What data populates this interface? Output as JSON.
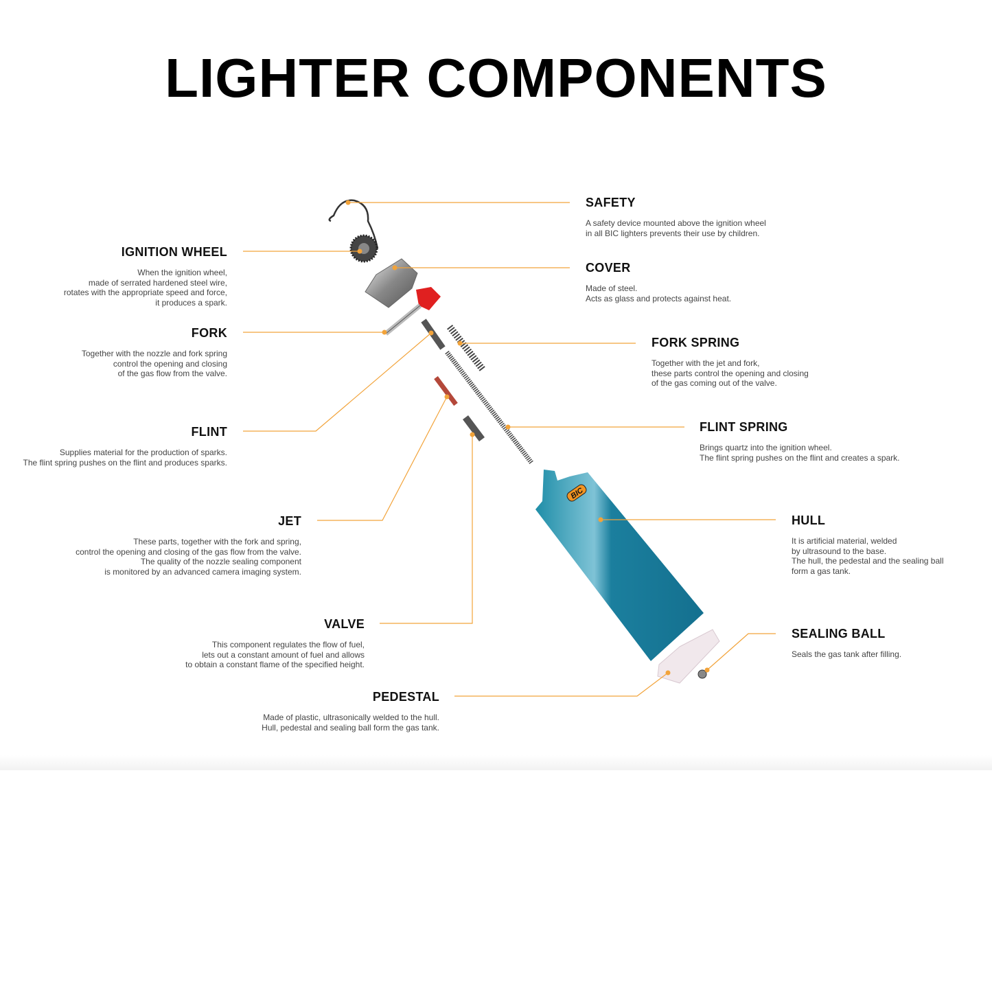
{
  "title": "LIGHTER COMPONENTS",
  "accent_color": "#f2a33a",
  "components": {
    "safety": {
      "name": "SAFETY",
      "desc": "A safety device mounted above the ignition wheel\nin all BIC lighters prevents their use by children."
    },
    "ignition_wheel": {
      "name": "IGNITION WHEEL",
      "desc": "When the ignition wheel,\nmade of serrated hardened steel wire,\nrotates with the appropriate speed and force,\nit produces a spark."
    },
    "cover": {
      "name": "COVER",
      "desc": "Made of steel.\nActs as glass and protects against heat."
    },
    "fork": {
      "name": "FORK",
      "desc": "Together with the nozzle and fork spring\ncontrol the opening and closing\nof the gas flow from the valve."
    },
    "fork_spring": {
      "name": "FORK SPRING",
      "desc": "Together with the jet and fork,\nthese parts control the opening and closing\nof the gas coming out of the valve."
    },
    "flint": {
      "name": "FLINT",
      "desc": "Supplies material for the production of sparks.\nThe flint spring pushes on the flint and produces sparks."
    },
    "flint_spring": {
      "name": "FLINT SPRING",
      "desc": "Brings quartz into the ignition wheel.\nThe flint spring pushes on the flint and creates a spark."
    },
    "jet": {
      "name": "JET",
      "desc": "These parts, together with the fork and spring,\ncontrol the opening and closing of the gas flow from the valve.\nThe quality of the nozzle sealing component\nis monitored by an advanced camera imaging system."
    },
    "hull": {
      "name": "HULL",
      "desc": "It is artificial material, welded\nby ultrasound to the base.\nThe hull, the pedestal and the sealing ball\nform a gas tank."
    },
    "valve": {
      "name": "VALVE",
      "desc": "This component regulates the flow of fuel,\nlets out a constant amount of fuel and allows\nto obtain a constant flame of the specified height."
    },
    "sealing_ball": {
      "name": "SEALING BALL",
      "desc": "Seals the gas tank after filling."
    },
    "pedestal": {
      "name": "PEDESTAL",
      "desc": "Made of plastic, ultrasonically welded to the hull.\nHull, pedestal and sealing ball form the gas tank."
    }
  },
  "logo_text": "BIC"
}
